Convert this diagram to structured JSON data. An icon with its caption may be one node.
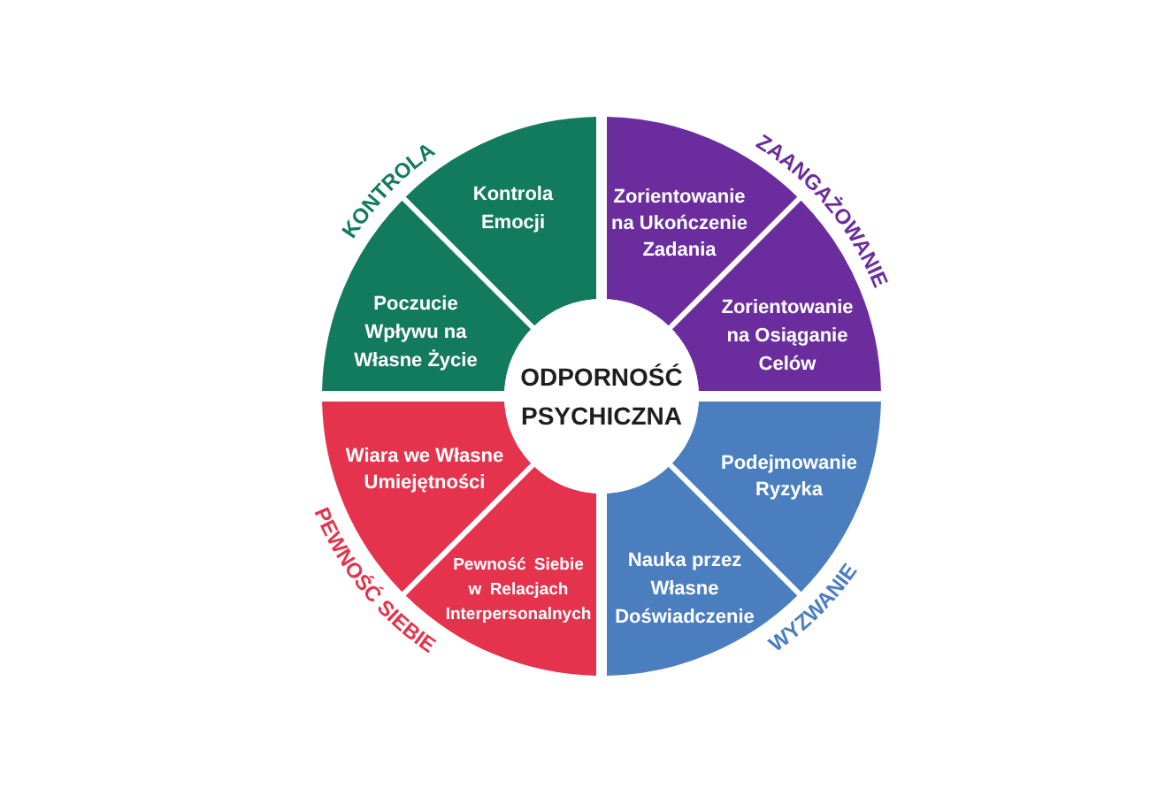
{
  "diagram": {
    "nodes": [
      {
        "text": [
          "ODPORNOŚĆ PSYCHICZNA"
        ]
      },
      {
        "text": [
          "KONTROLA"
        ]
      },
      {
        "text": [
          "Kontrola Emocji"
        ],
        "in": 1
      },
      {
        "text": [
          "Poczucie Wpływu na Własne Życie"
        ],
        "in": 1
      },
      {
        "text": [
          "ZAANGAŻOWANIE"
        ]
      },
      {
        "text": [
          "Zorientowanie na Ukończenie Zadania"
        ],
        "in": 4
      },
      {
        "text": [
          "Zorientowanie na Osiąganie Celów"
        ],
        "in": 4
      },
      {
        "text": [
          "PEWNOŚĆ SIEBIE"
        ]
      },
      {
        "text": [
          "Wiara we Własne Umiejętności"
        ],
        "in": 7
      },
      {
        "text": [
          "Pewność Siebie w Relacjach Interpersonalnych"
        ],
        "in": 7
      },
      {
        "text": [
          "WYZWANIE"
        ]
      },
      {
        "text": [
          "Podejmowanie Ryzyka"
        ],
        "in": 10
      },
      {
        "text": [
          "Nauka przez Własne Doświadczenie"
        ],
        "in": 10
      }
    ]
  }
}
